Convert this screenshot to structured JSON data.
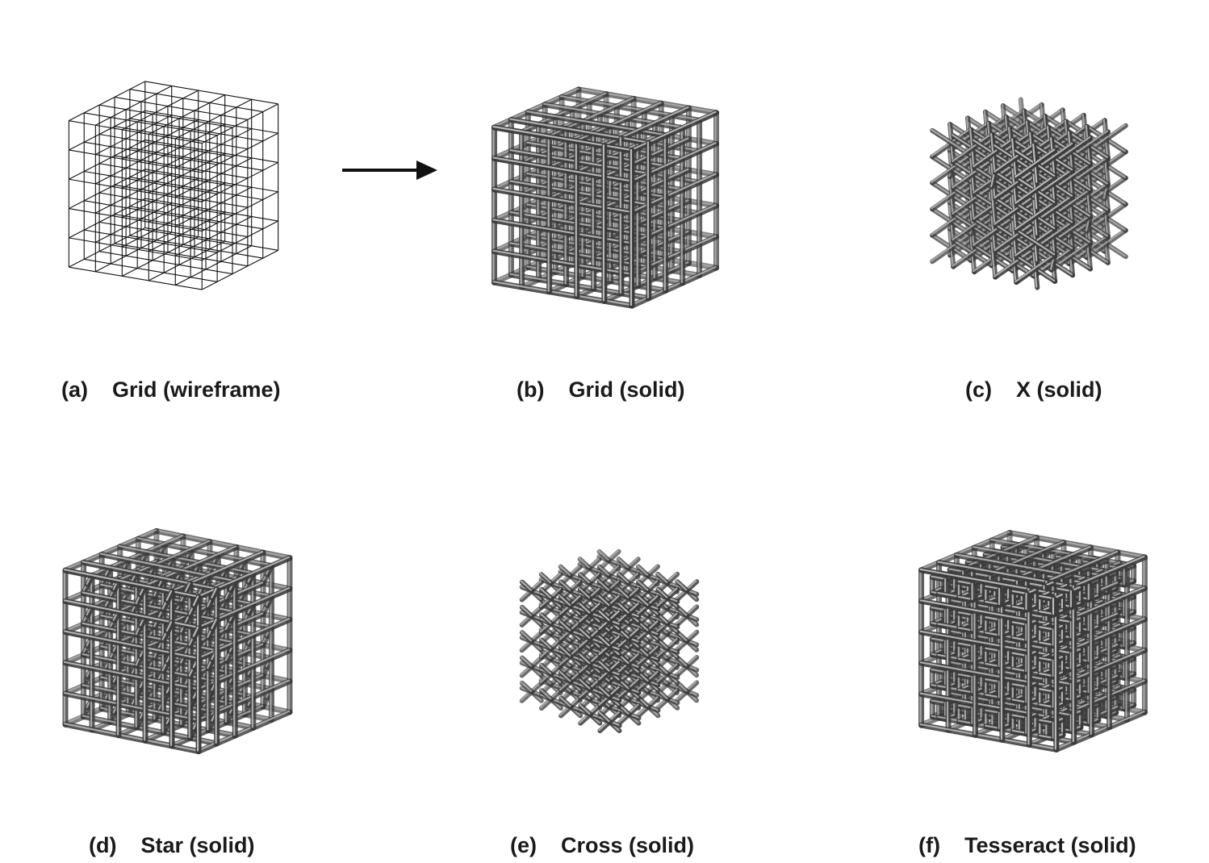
{
  "panels": [
    {
      "id": "a",
      "label": "(a)",
      "title": "Grid (wireframe)",
      "style": "wire",
      "pattern": "grid"
    },
    {
      "id": "b",
      "label": "(b)",
      "title": "Grid (solid)",
      "style": "solid",
      "pattern": "grid"
    },
    {
      "id": "c",
      "label": "(c)",
      "title": "X (solid)",
      "style": "solid",
      "pattern": "x"
    },
    {
      "id": "d",
      "label": "(d)",
      "title": "Star (solid)",
      "style": "solid",
      "pattern": "star"
    },
    {
      "id": "e",
      "label": "(e)",
      "title": "Cross (solid)",
      "style": "solid",
      "pattern": "cross"
    },
    {
      "id": "f",
      "label": "(f)",
      "title": "Tesseract (solid)",
      "style": "solid",
      "pattern": "tesseract"
    }
  ],
  "colors": {
    "wire": "#111111",
    "strut_dark": "#3a3a3a",
    "strut_light": "#bdbdbd",
    "arrow": "#111111"
  },
  "arrow_icon": "right-arrow-icon"
}
